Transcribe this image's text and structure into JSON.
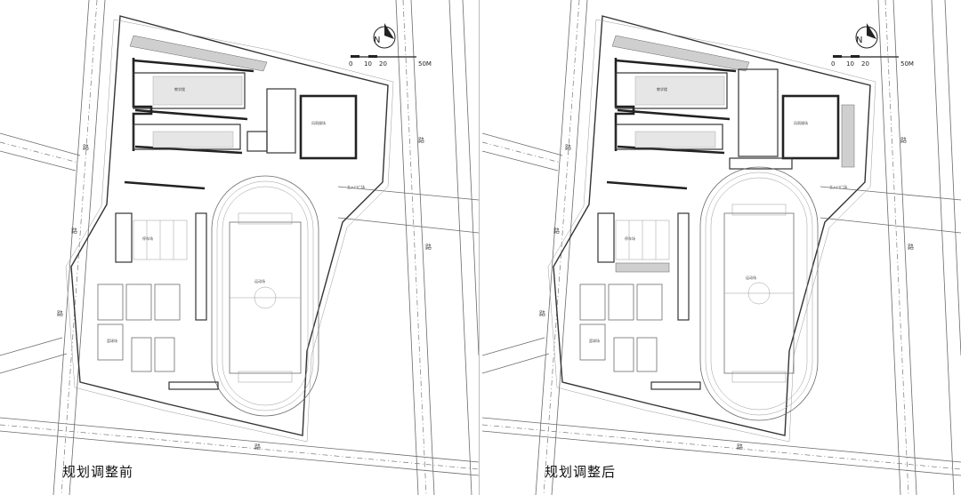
{
  "panels": [
    {
      "caption": "规划调整前",
      "north_label": "N",
      "scale": {
        "ticks": [
          "0",
          "10",
          "20"
        ],
        "end": "50M"
      },
      "road_labels": [
        "路",
        "路",
        "路",
        "路",
        "路",
        "路"
      ],
      "notes": [
        "主入口广场",
        "教学楼",
        "风雨操场",
        "运动场",
        "篮球场",
        "停车场"
      ]
    },
    {
      "caption": "规划调整后",
      "north_label": "N",
      "scale": {
        "ticks": [
          "0",
          "10",
          "20"
        ],
        "end": "50M"
      },
      "road_labels": [
        "路",
        "路",
        "路",
        "路",
        "路",
        "路"
      ],
      "notes": [
        "主入口广场",
        "教学楼",
        "风雨操场",
        "运动场",
        "篮球场",
        "停车场"
      ]
    }
  ]
}
